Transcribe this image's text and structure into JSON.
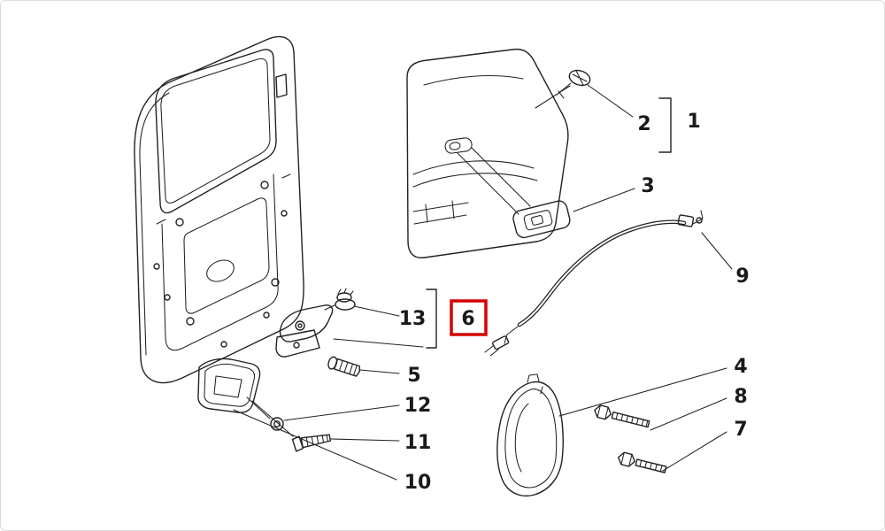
{
  "diagram": {
    "kind": "exploded-parts-diagram",
    "subject": "sliding-door-interior-trim-and-handle",
    "background": "#ffffff",
    "line_color": "#222222",
    "highlight_color": "#d40000",
    "highlighted_part": "6"
  },
  "parts": {
    "p1": {
      "label": "1"
    },
    "p2": {
      "label": "2"
    },
    "p3": {
      "label": "3"
    },
    "p4": {
      "label": "4"
    },
    "p5": {
      "label": "5"
    },
    "p6": {
      "label": "6"
    },
    "p7": {
      "label": "7"
    },
    "p8": {
      "label": "8"
    },
    "p9": {
      "label": "9"
    },
    "p10": {
      "label": "10"
    },
    "p11": {
      "label": "11"
    },
    "p12": {
      "label": "12"
    },
    "p13": {
      "label": "13"
    }
  }
}
